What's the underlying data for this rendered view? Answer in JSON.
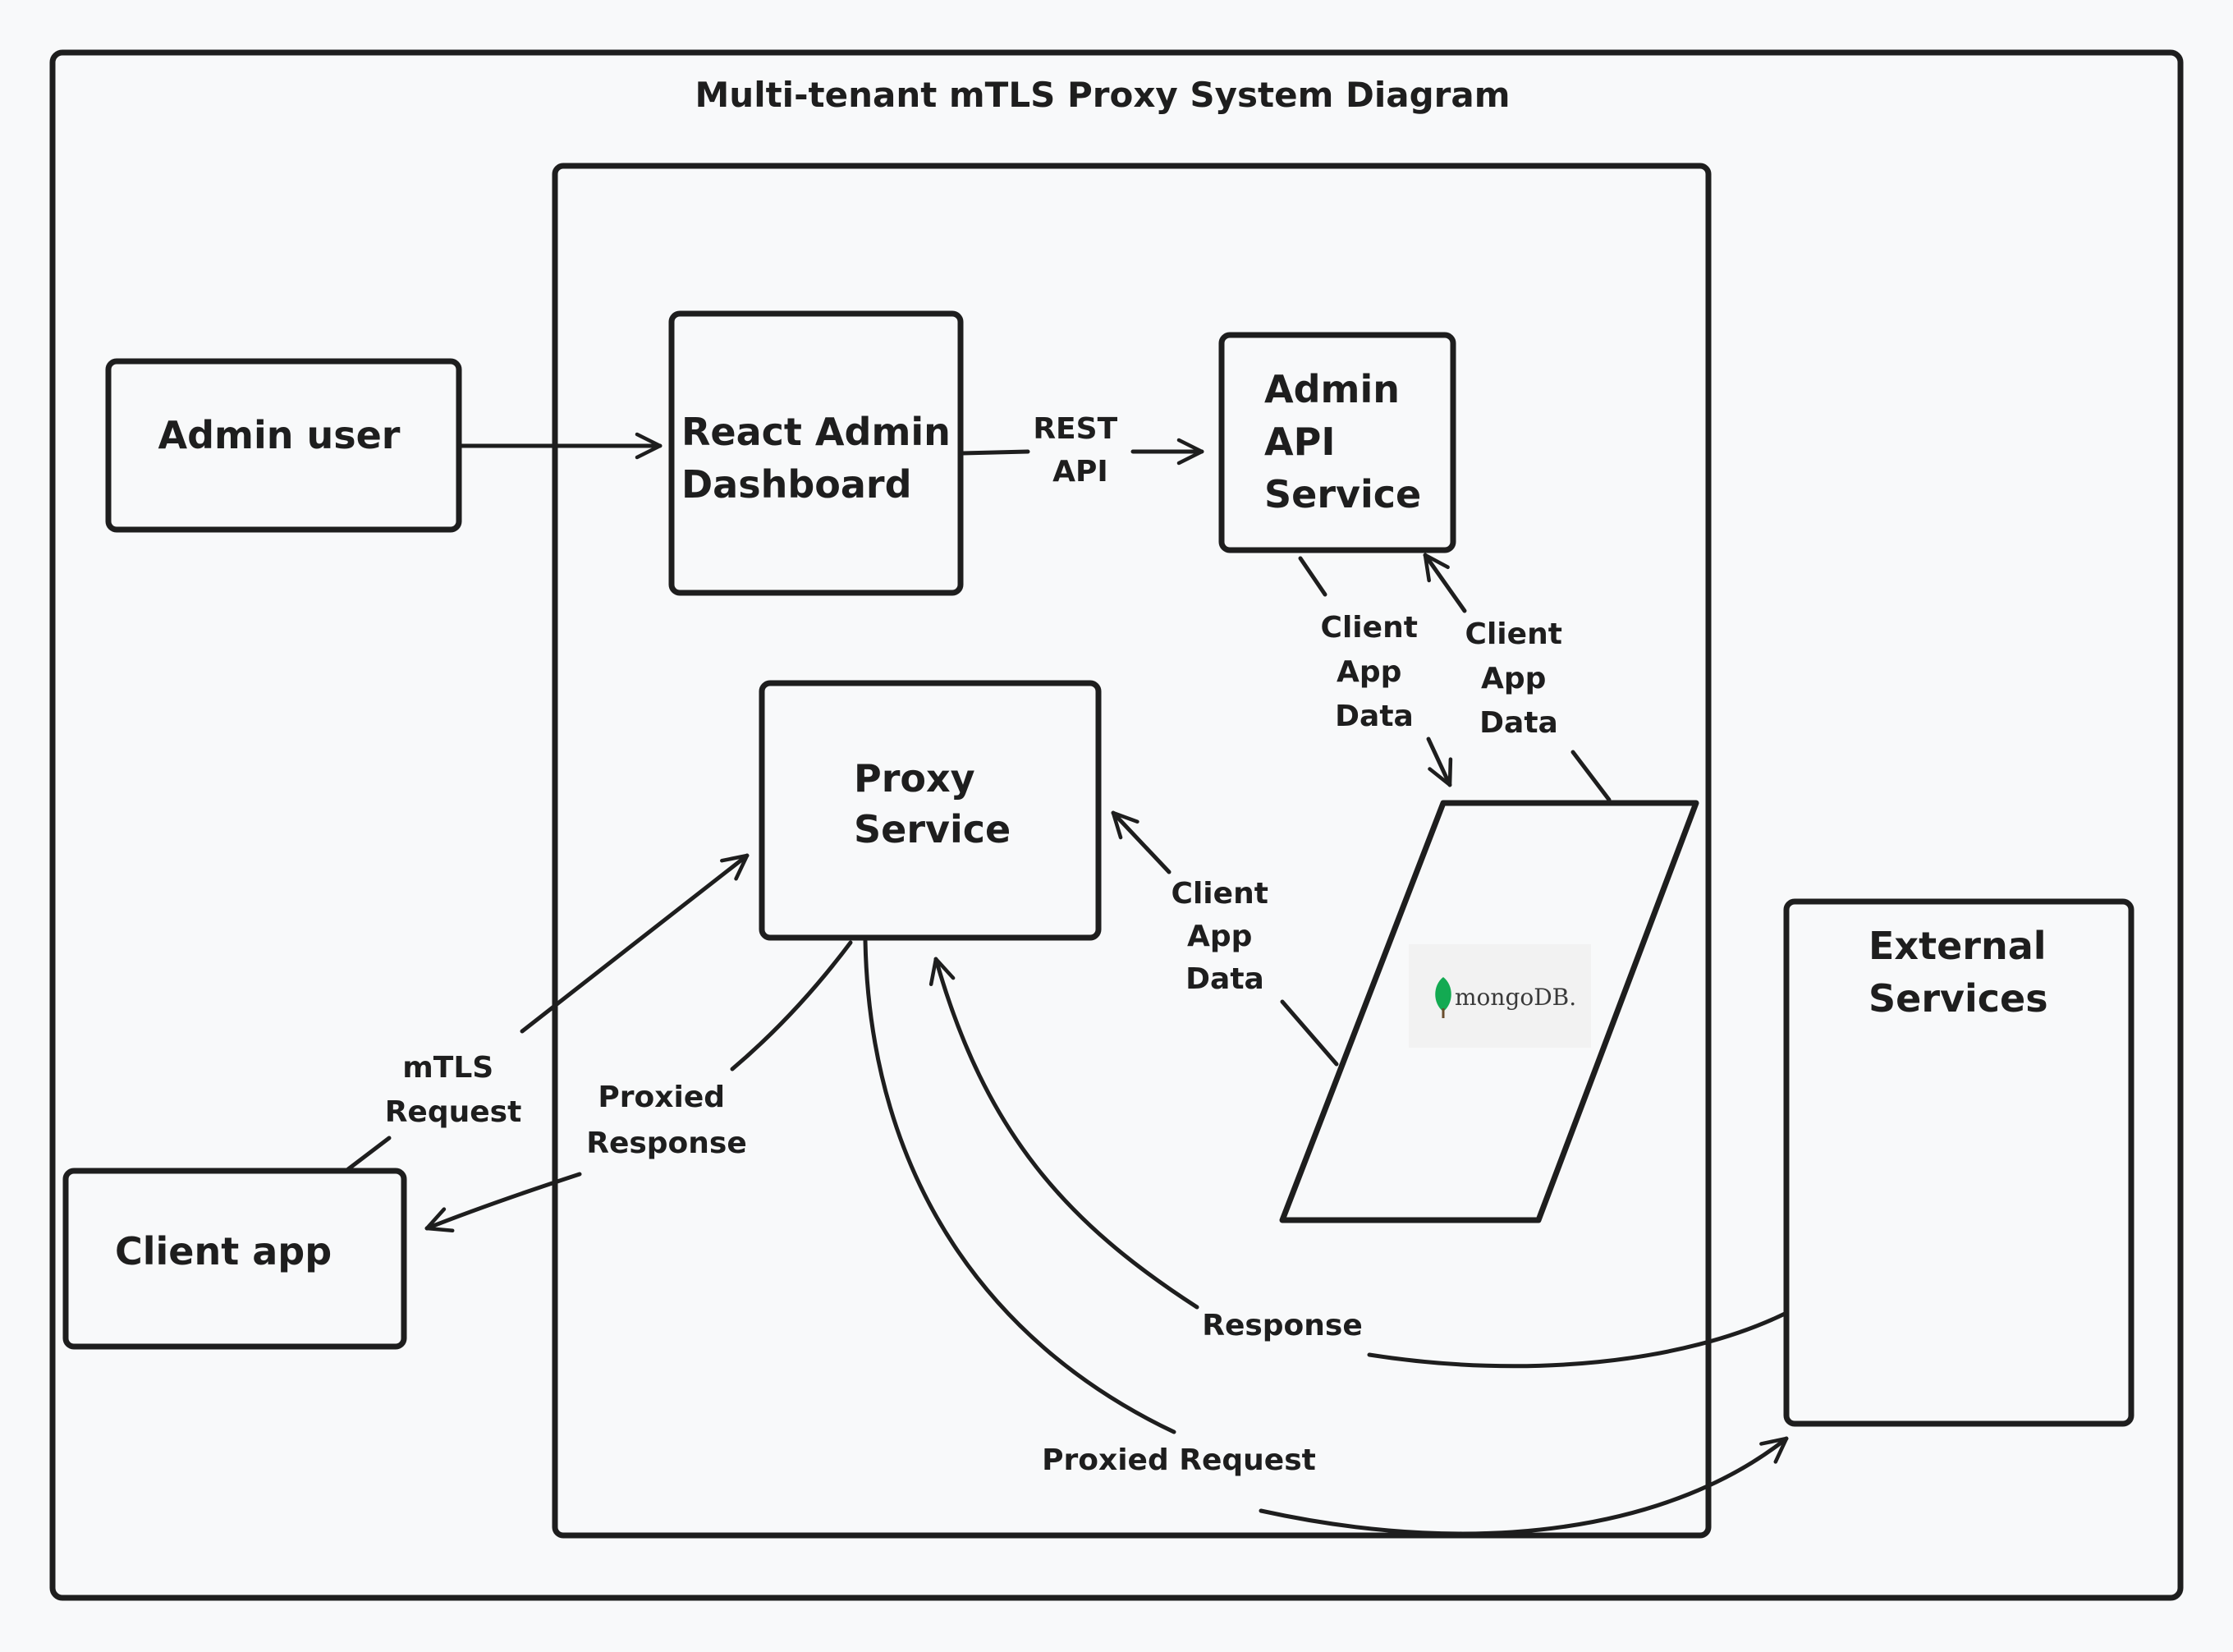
{
  "title": "Multi-tenant mTLS Proxy System Diagram",
  "nodes": {
    "admin_user": {
      "lines": [
        "Admin user"
      ]
    },
    "react_admin_dashboard": {
      "lines": [
        "React Admin",
        "Dashboard"
      ]
    },
    "admin_api_service": {
      "lines": [
        "Admin",
        "API",
        "Service"
      ]
    },
    "proxy_service": {
      "lines": [
        "Proxy",
        "Service"
      ]
    },
    "database": {
      "logo": "mongodb-logo",
      "logo_text": "mongoDB."
    },
    "client_app": {
      "lines": [
        "Client app"
      ]
    },
    "external_services": {
      "lines": [
        "External",
        "Services"
      ]
    }
  },
  "edges": {
    "rest_api": {
      "lines": [
        "REST",
        "API"
      ]
    },
    "client_app_data_to_db": {
      "lines": [
        "Client",
        "App",
        "Data"
      ]
    },
    "client_app_data_to_api": {
      "lines": [
        "Client",
        "App",
        "Data"
      ]
    },
    "client_app_data_to_proxy": {
      "lines": [
        "Client",
        "App",
        "Data"
      ]
    },
    "mtls_request": {
      "lines": [
        "mTLS",
        "Request"
      ]
    },
    "proxied_response": {
      "lines": [
        "Proxied",
        "Response"
      ]
    },
    "response": {
      "lines": [
        "Response"
      ]
    },
    "proxied_request": {
      "lines": [
        "Proxied Request"
      ]
    }
  },
  "colors": {
    "stroke": "#1e1e1e",
    "background": "#f8f9fa",
    "mongodb_leaf": "#13aa52"
  }
}
